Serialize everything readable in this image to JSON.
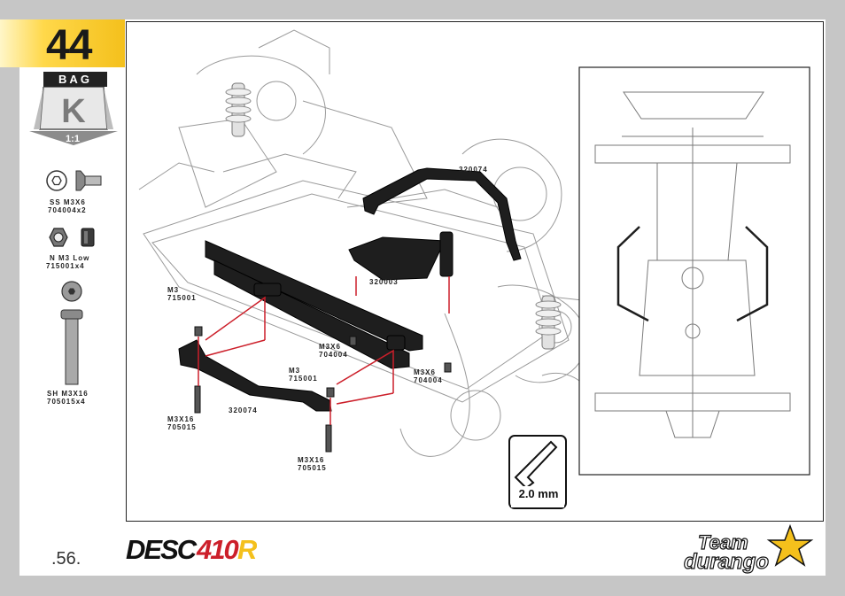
{
  "step": {
    "number": "44"
  },
  "bag": {
    "label": "BAG",
    "letter": "K",
    "scale": "1:1"
  },
  "parts_list": [
    {
      "name": "SS M3X6",
      "code": "704004x2",
      "icon": "countersunk-screw-icon"
    },
    {
      "name": "N M3 Low",
      "code": "715001x4",
      "icon": "hex-nut-icon"
    },
    {
      "name": "SH M3X16",
      "code": "705015x4",
      "icon": "socket-head-screw-icon"
    }
  ],
  "callouts": {
    "brace_top": "320074",
    "brace_bottom": "320074",
    "plate": "320003",
    "nut_left_name": "M3",
    "nut_left_code": "715001",
    "nut_mid_name": "M3",
    "nut_mid_code": "715001",
    "screw_mid_name": "M3X6",
    "screw_mid_code": "704004",
    "screw_right_name": "M3X6",
    "screw_right_code": "704004",
    "bolt_left_name": "M3X16",
    "bolt_left_code": "705015",
    "bolt_mid_name": "M3X16",
    "bolt_mid_code": "705015"
  },
  "tool": {
    "label": "2.0 mm",
    "icon": "hex-key-icon"
  },
  "footer": {
    "page_number": ".56.",
    "product_logo": "DESC410R",
    "brand_logo": "Team Durango"
  },
  "colors": {
    "accent": "#f4c01c",
    "assembly_lines": "#cc1f2a",
    "part": "#1e1e1e"
  }
}
